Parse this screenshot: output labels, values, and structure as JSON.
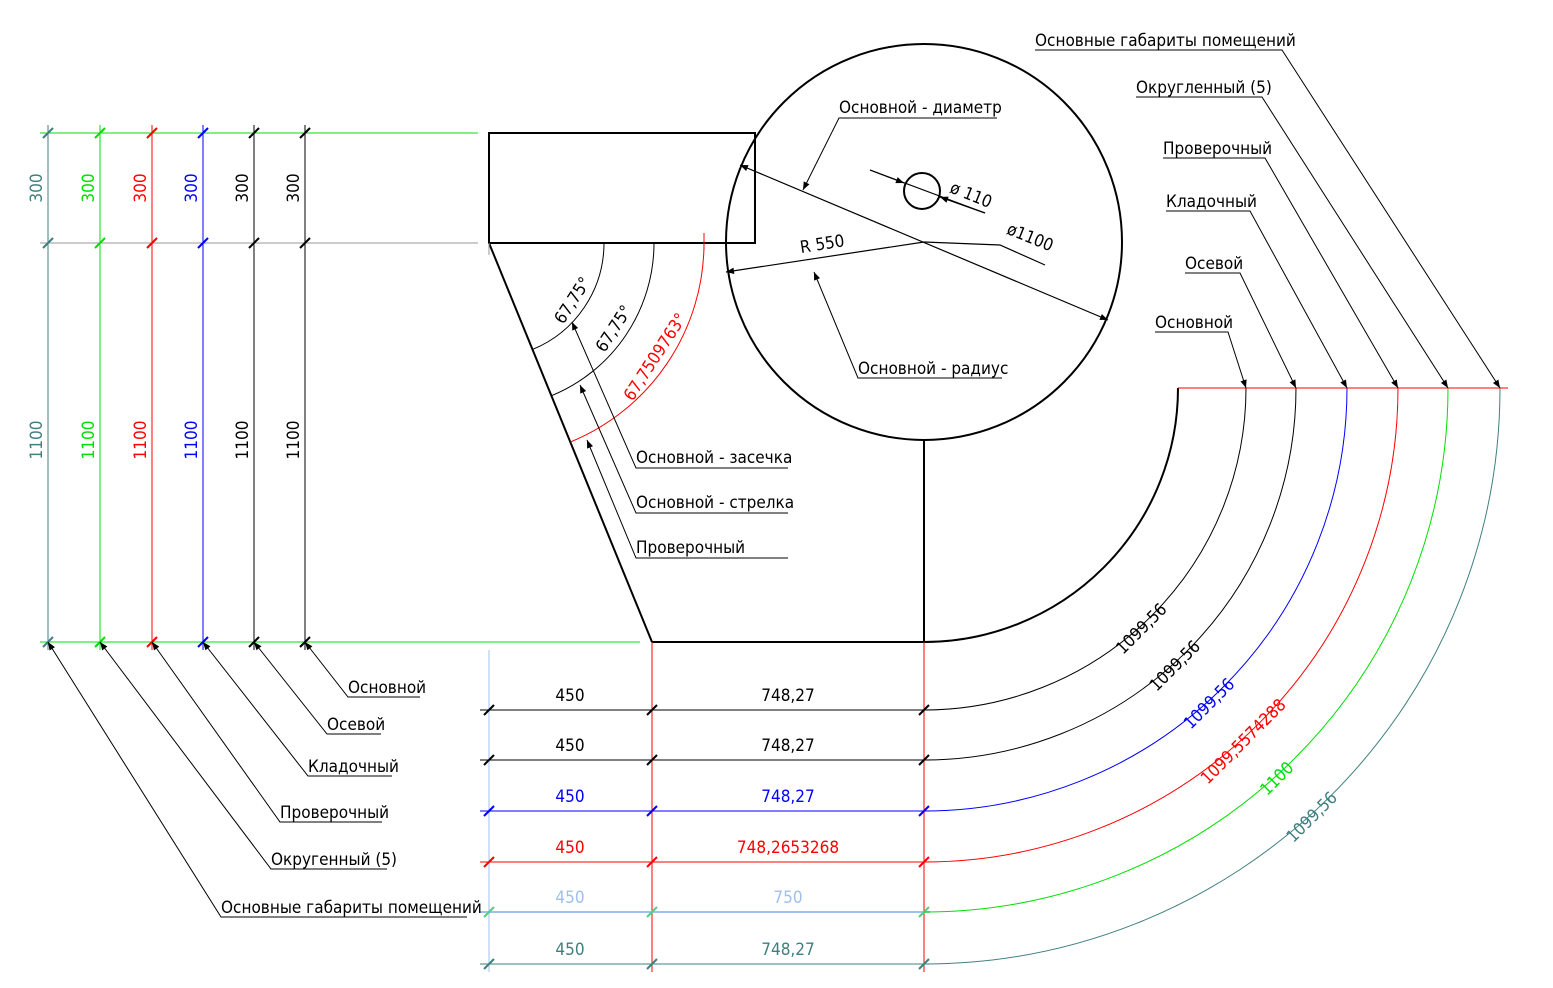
{
  "colors": {
    "teal": "#407f7f",
    "green": "#00e000",
    "red": "#ff0000",
    "blue": "#0000ff",
    "black": "#000000",
    "light_blue": "#9fc0ef"
  },
  "left_dims": [
    {
      "top": "300",
      "bottom": "1100",
      "color": "teal"
    },
    {
      "top": "300",
      "bottom": "1100",
      "color": "green"
    },
    {
      "top": "300",
      "bottom": "1100",
      "color": "red"
    },
    {
      "top": "300",
      "bottom": "1100",
      "color": "blue"
    },
    {
      "top": "300",
      "bottom": "1100",
      "color": "black"
    },
    {
      "top": "300",
      "bottom": "1100",
      "color": "black"
    }
  ],
  "left_labels": [
    "Основной",
    "Осевой",
    "Кладочный",
    "Проверочный",
    "Округенный (5)",
    "Основные габариты помещений"
  ],
  "right_labels": [
    "Основной",
    "Осевой",
    "Кладочный",
    "Проверочный",
    "Округленный (5)",
    "Основные габариты помещений"
  ],
  "bottom_rows": [
    {
      "a": "450",
      "b": "748,27",
      "color": "black"
    },
    {
      "a": "450",
      "b": "748,27",
      "color": "black"
    },
    {
      "a": "450",
      "b": "748,27",
      "color": "blue"
    },
    {
      "a": "450",
      "b": "748,2653268",
      "color": "red"
    },
    {
      "a": "450",
      "b": "750",
      "color": "light_blue"
    },
    {
      "a": "450",
      "b": "748,27",
      "color": "teal"
    }
  ],
  "arc_dims": [
    "1099,56",
    "1099,56",
    "1099,56",
    "1099,5574288",
    "1100",
    "1099,56"
  ],
  "angles": [
    "67,75°",
    "67,75°",
    "67,7509763°"
  ],
  "angle_labels": [
    "Основной - засечка",
    "Основной - стрелка",
    "Проверочный"
  ],
  "circle": {
    "diameter_label": "Основной - диаметр",
    "radius_label": "Основной - радиус",
    "radius": "R 550",
    "diameter": "ø1100",
    "small_diameter": "ø 110"
  }
}
